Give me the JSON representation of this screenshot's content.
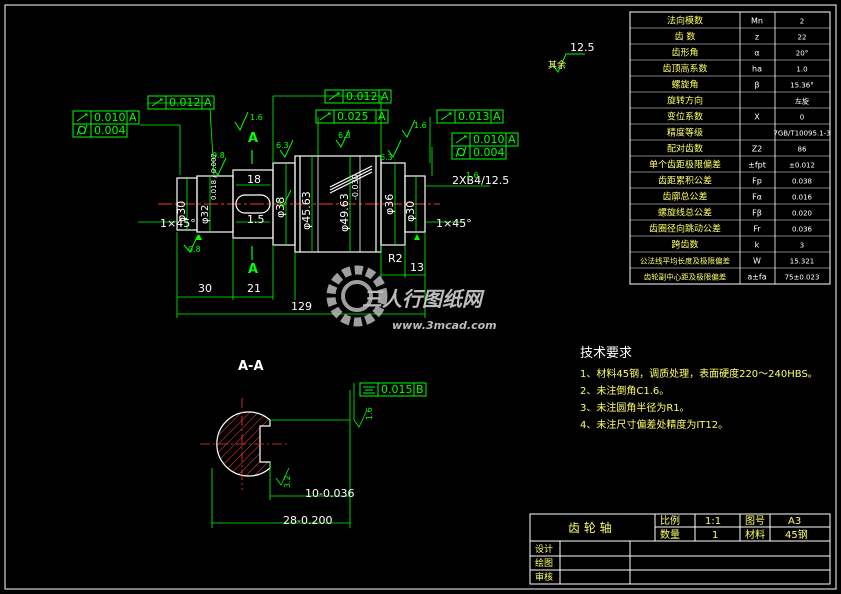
{
  "colors": {
    "background": "#000000",
    "outline": "#ffffff",
    "dimension": "#00ff00",
    "text": "#ffff66",
    "centerline": "#ff3333",
    "hatch": "#ff4444",
    "border": "#ffffff",
    "watermark": "#cccccc"
  },
  "roughness": {
    "note": "其余",
    "value": "12.5"
  },
  "views": {
    "section_title": "A-A",
    "section_marker": "A"
  },
  "tolerance_frames": [
    {
      "id": "left-runout",
      "symbol": "runout",
      "value": "0.010",
      "datum": "A"
    },
    {
      "id": "left-cyl",
      "symbol": "cylindricity",
      "value": "0.004",
      "datum": ""
    },
    {
      "id": "left-mid",
      "symbol": "runout",
      "value": "0.012",
      "datum": "A"
    },
    {
      "id": "gear-top",
      "symbol": "runout",
      "value": "0.012",
      "datum": "A"
    },
    {
      "id": "gear-mid",
      "symbol": "runout",
      "value": "0.025",
      "datum": "A"
    },
    {
      "id": "right-top",
      "symbol": "runout",
      "value": "0.013",
      "datum": "A"
    },
    {
      "id": "right-runout",
      "symbol": "runout",
      "value": "0.010",
      "datum": "A"
    },
    {
      "id": "right-cyl",
      "symbol": "cylindricity",
      "value": "0.004",
      "datum": ""
    },
    {
      "id": "key-sym",
      "symbol": "symmetry",
      "value": "0.015",
      "datum": "B"
    }
  ],
  "dimensions": {
    "d30_left": "φ30",
    "d32": "φ32",
    "d32_tol": "0.018 / 0.002",
    "key_len": "18",
    "key_w": "1.5",
    "d38": "φ38",
    "d45": "φ45.63",
    "d49": "φ49.63",
    "d49_tol": "-0.030",
    "d36": "φ36",
    "d30_right": "φ30",
    "chamfer_left": "1×45°",
    "chamfer_right": "1×45°",
    "spline": "2XB4/12.5",
    "r2": "R2",
    "len_30": "30",
    "len_21": "21",
    "len_13": "13",
    "len_129": "129",
    "rough_08": "0.8",
    "rough_16": "1.6",
    "rough_63": "6.3",
    "section_10": "10-0.036",
    "section_28": "28-0.200",
    "section_32": "3.2",
    "section_16": "1.6"
  },
  "gear_table": [
    {
      "name": "法向模数",
      "symbol": "Mn",
      "value": "2"
    },
    {
      "name": "齿 数",
      "symbol": "z",
      "value": "22"
    },
    {
      "name": "齿形角",
      "symbol": "α",
      "value": "20°"
    },
    {
      "name": "齿顶高系数",
      "symbol": "ha",
      "value": "1.0"
    },
    {
      "name": "螺旋角",
      "symbol": "β",
      "value": "15.36°"
    },
    {
      "name": "旋转方向",
      "symbol": "",
      "value": "左旋"
    },
    {
      "name": "变位系数",
      "symbol": "X",
      "value": "0"
    },
    {
      "name": "精度等级",
      "symbol": "",
      "value": "7GB/T10095.1-3"
    },
    {
      "name": "配对齿数",
      "symbol": "Z2",
      "value": "86"
    },
    {
      "name": "单个齿距极限偏差",
      "symbol": "±fpt",
      "value": "±0.012"
    },
    {
      "name": "齿距累积公差",
      "symbol": "Fp",
      "value": "0.038"
    },
    {
      "name": "齿廓总公差",
      "symbol": "Fα",
      "value": "0.016"
    },
    {
      "name": "螺旋线总公差",
      "symbol": "Fβ",
      "value": "0.020"
    },
    {
      "name": "齿圈径向跳动公差",
      "symbol": "Fr",
      "value": "0.036"
    },
    {
      "name": "跨齿数",
      "symbol": "k",
      "value": "3"
    },
    {
      "name": "公法线平均长度及极限偏差",
      "symbol": "W",
      "value": "15.321"
    },
    {
      "name": "齿轮副中心距及极限偏差",
      "symbol": "a±fa",
      "value": "75±0.023"
    }
  ],
  "tech_requirements": {
    "title": "技术要求",
    "items": [
      "1、材料45钢，调质处理，表面硬度220～240HBS。",
      "2、未注倒角C1.6。",
      "3、未注圆角半径为R1。",
      "4、未注尺寸偏差处精度为IT12。"
    ]
  },
  "title_block": {
    "part_name": "齿 轮 轴",
    "scale_label": "比例",
    "scale_value": "1:1",
    "drawing_no_label": "图号",
    "drawing_no_value": "A3",
    "qty_label": "数量",
    "qty_value": "1",
    "material_label": "材料",
    "material_value": "45钢",
    "design_label": "设计",
    "draw_label": "绘图",
    "check_label": "审核"
  },
  "watermark": {
    "text": "三人行图纸网",
    "url": "www.3mcad.com"
  }
}
